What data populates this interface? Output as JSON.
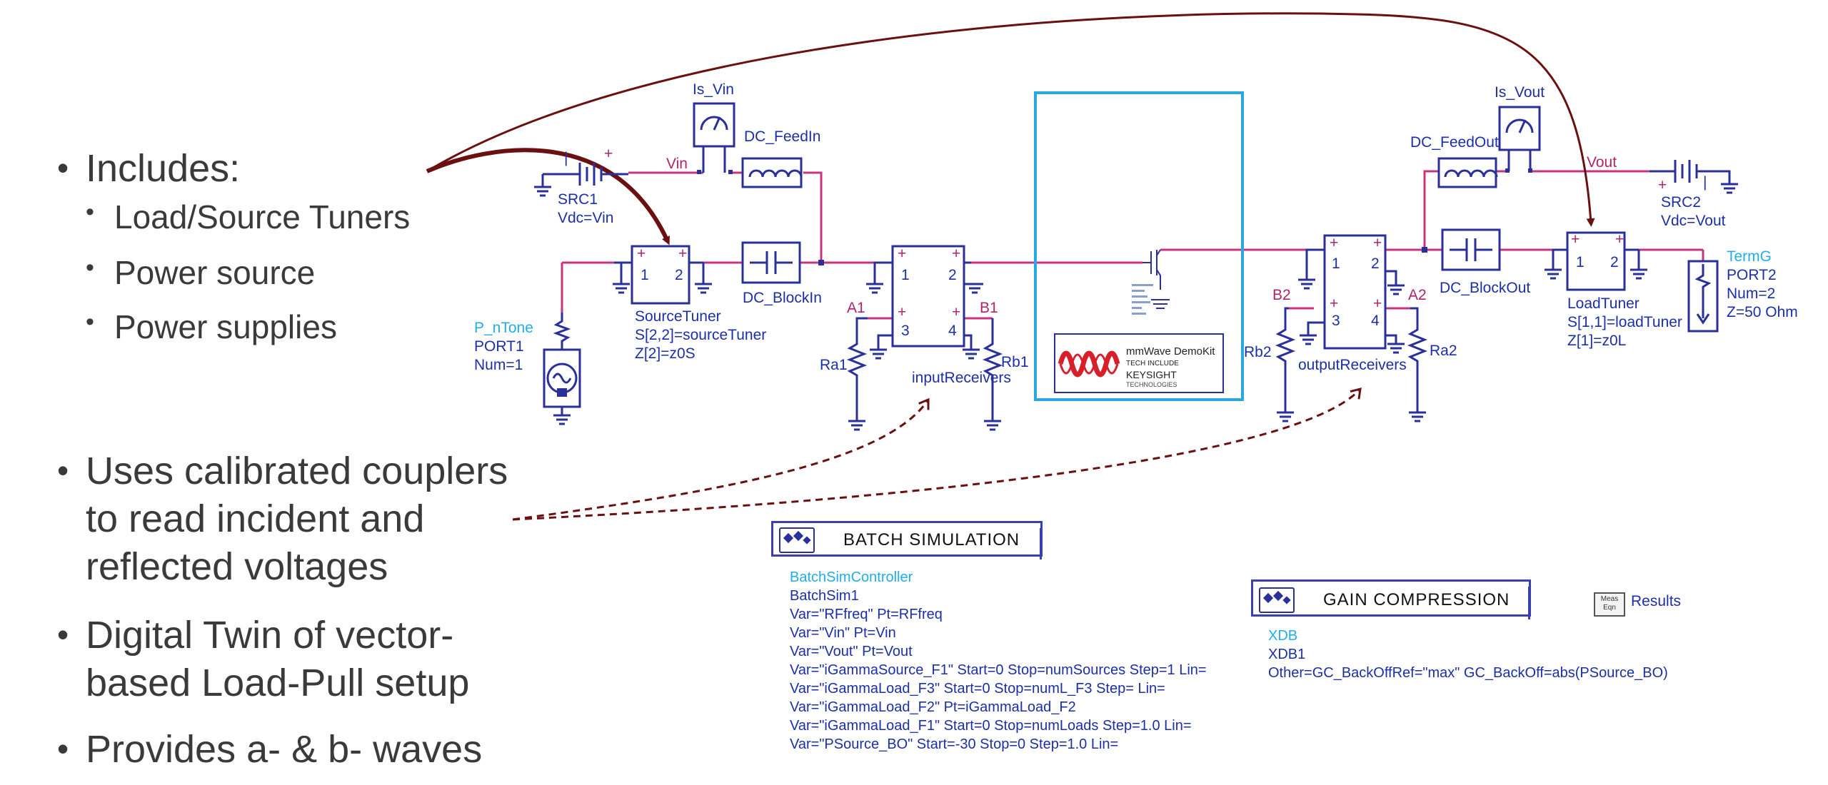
{
  "bullets": {
    "includes": "Includes:",
    "tuners": "Load/Source Tuners",
    "power_source": "Power source",
    "supplies": "Power supplies",
    "couplers_1": "Uses calibrated couplers",
    "couplers_2": "to read incident and",
    "couplers_3": "reflected voltages",
    "twin_1": "Digital Twin of vector-",
    "twin_2": "based Load-Pull setup",
    "waves": "Provides a- & b- waves"
  },
  "schematic": {
    "is_vin": "Is_Vin",
    "dc_feedin": "DC_FeedIn",
    "vin_net": "Vin",
    "src1": "SRC1",
    "src1_vdc": "Vdc=Vin",
    "source_tuner": "SourceTuner",
    "source_tuner_s": "S[2,2]=sourceTuner",
    "source_tuner_z": "Z[2]=z0S",
    "dc_blockin": "DC_BlockIn",
    "p_ntone": "P_nTone",
    "port1": "PORT1",
    "port1_num": "Num=1",
    "a1": "A1",
    "b1": "B1",
    "ra1": "Ra1",
    "rb1": "Rb1",
    "input_receivers": "inputReceivers",
    "demokit_title": "mmWave DemoKit",
    "demokit_sub": "TECH INCLUDE",
    "keysight": "KEYSIGHT",
    "keysight_sub": "TECHNOLOGIES",
    "b2": "B2",
    "a2": "A2",
    "rb2": "Rb2",
    "ra2": "Ra2",
    "output_receivers": "outputReceivers",
    "dc_feedout": "DC_FeedOut",
    "is_vout": "Is_Vout",
    "vout_net": "Vout",
    "src2": "SRC2",
    "src2_vdc": "Vdc=Vout",
    "dc_blockout": "DC_BlockOut",
    "load_tuner": "LoadTuner",
    "load_tuner_s": "S[1,1]=loadTuner",
    "load_tuner_z": "Z[1]=z0L",
    "termg": "TermG",
    "port2": "PORT2",
    "port2_num": "Num=2",
    "port2_z": "Z=50 Ohm",
    "pin1": "1",
    "pin2": "2",
    "pin3": "3",
    "pin4": "4"
  },
  "batch": {
    "title": "BATCH SIMULATION",
    "controller": "BatchSimController",
    "name": "BatchSim1",
    "vars": [
      "Var=\"RFfreq\" Pt=RFfreq",
      "Var=\"Vin\" Pt=Vin",
      "Var=\"Vout\" Pt=Vout",
      "Var=\"iGammaSource_F1\" Start=0 Stop=numSources Step=1 Lin=",
      "Var=\"iGammaLoad_F3\" Start=0 Stop=numL_F3 Step= Lin=",
      "Var=\"iGammaLoad_F2\" Pt=iGammaLoad_F2",
      "Var=\"iGammaLoad_F1\" Start=0 Stop=numLoads Step=1.0 Lin=",
      "Var=\"PSource_BO\" Start=-30 Stop=0 Step=1.0 Lin="
    ]
  },
  "gain": {
    "title": "GAIN COMPRESSION",
    "type": "XDB",
    "name": "XDB1",
    "other": "Other=GC_BackOffRef=\"max\" GC_BackOff=abs(PSource_BO)"
  },
  "results": {
    "icon_top": "Meas",
    "icon_bottom": "Eqn",
    "label": "Results"
  },
  "colors": {
    "wire": "#c8347c",
    "component": "#2a2f9a",
    "label": "#1c2fa8",
    "cyan_label": "#22aee8",
    "arrow": "#6b1010",
    "device_border": "#2aa8e0"
  }
}
